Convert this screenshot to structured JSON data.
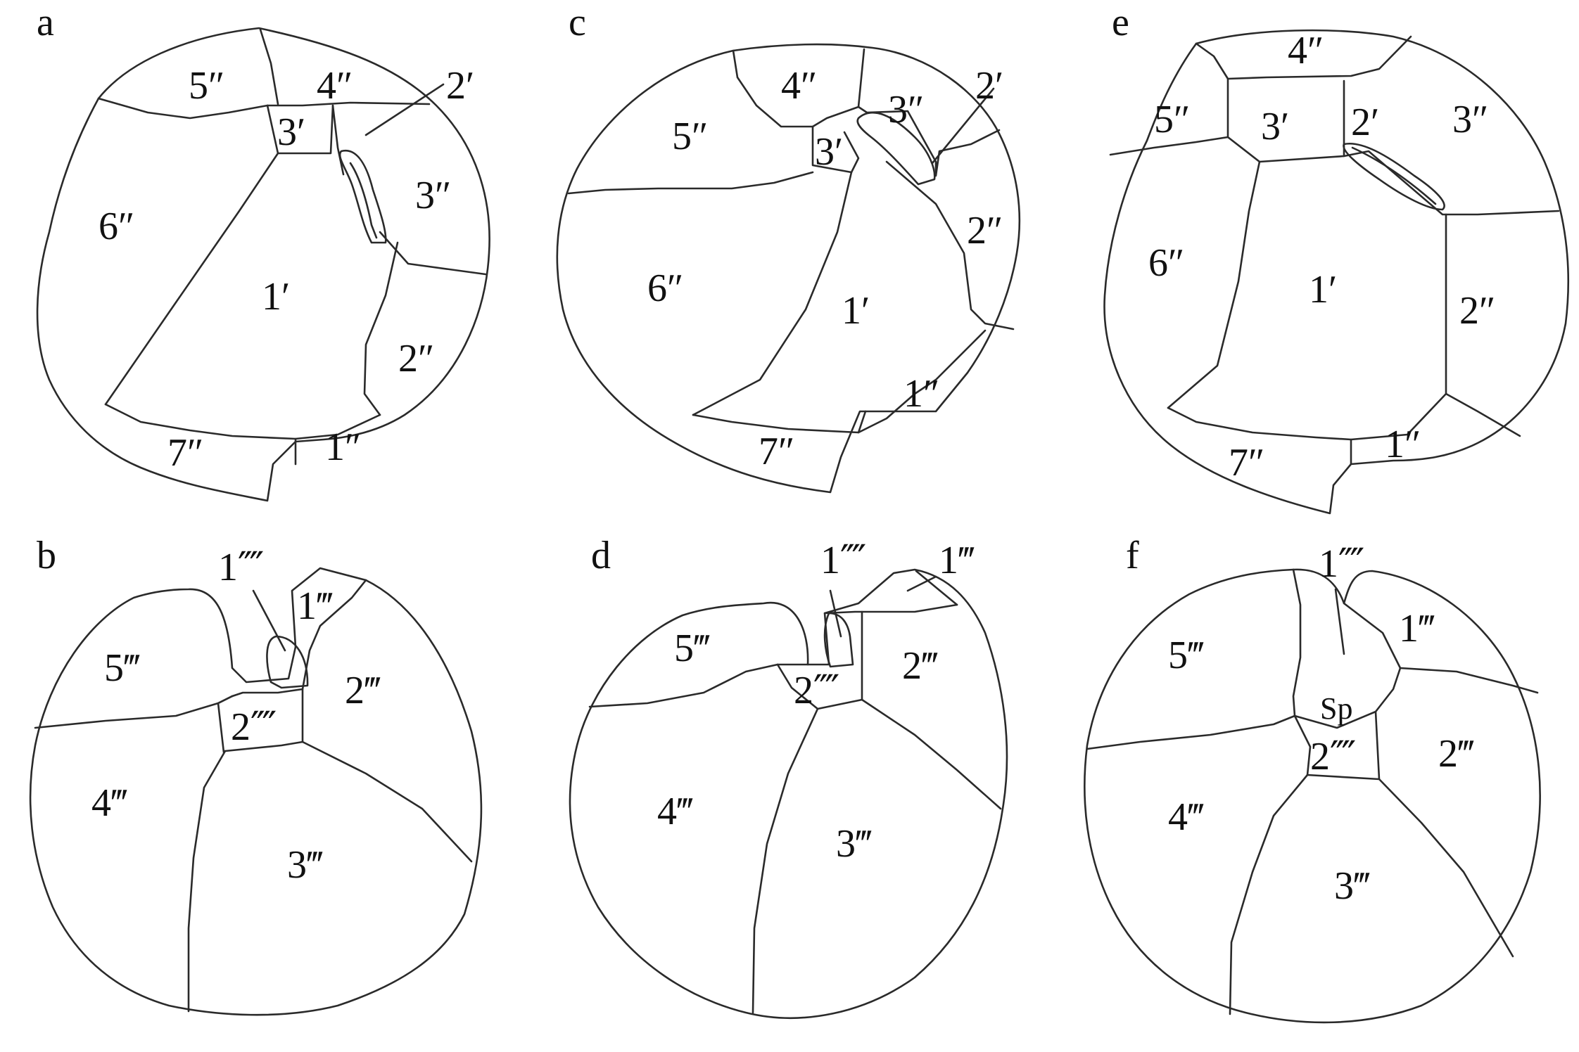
{
  "figure": {
    "panels": [
      {
        "letter": "a",
        "plates": [
          "5″",
          "4″",
          "2′",
          "3′",
          "6″",
          "3″",
          "1′",
          "2″",
          "7″",
          "1″"
        ]
      },
      {
        "letter": "b",
        "plates": [
          "1⁗",
          "1‴",
          "5‴",
          "2‴",
          "2⁗",
          "4‴",
          "3‴"
        ]
      },
      {
        "letter": "c",
        "plates": [
          "4″",
          "3″",
          "2′",
          "5″",
          "3′",
          "2″",
          "6″",
          "1′",
          "1″",
          "7″"
        ]
      },
      {
        "letter": "d",
        "plates": [
          "1⁗",
          "1‴",
          "5‴",
          "2‴",
          "2⁗",
          "4‴",
          "3‴"
        ]
      },
      {
        "letter": "e",
        "plates": [
          "4″",
          "5″",
          "3′",
          "2′",
          "3″",
          "6″",
          "1′",
          "2″",
          "7″",
          "1″"
        ]
      },
      {
        "letter": "f",
        "plates": [
          "1⁗",
          "1‴",
          "5‴",
          "Sp",
          "2⁗",
          "2‴",
          "4‴",
          "3‴"
        ]
      }
    ]
  }
}
